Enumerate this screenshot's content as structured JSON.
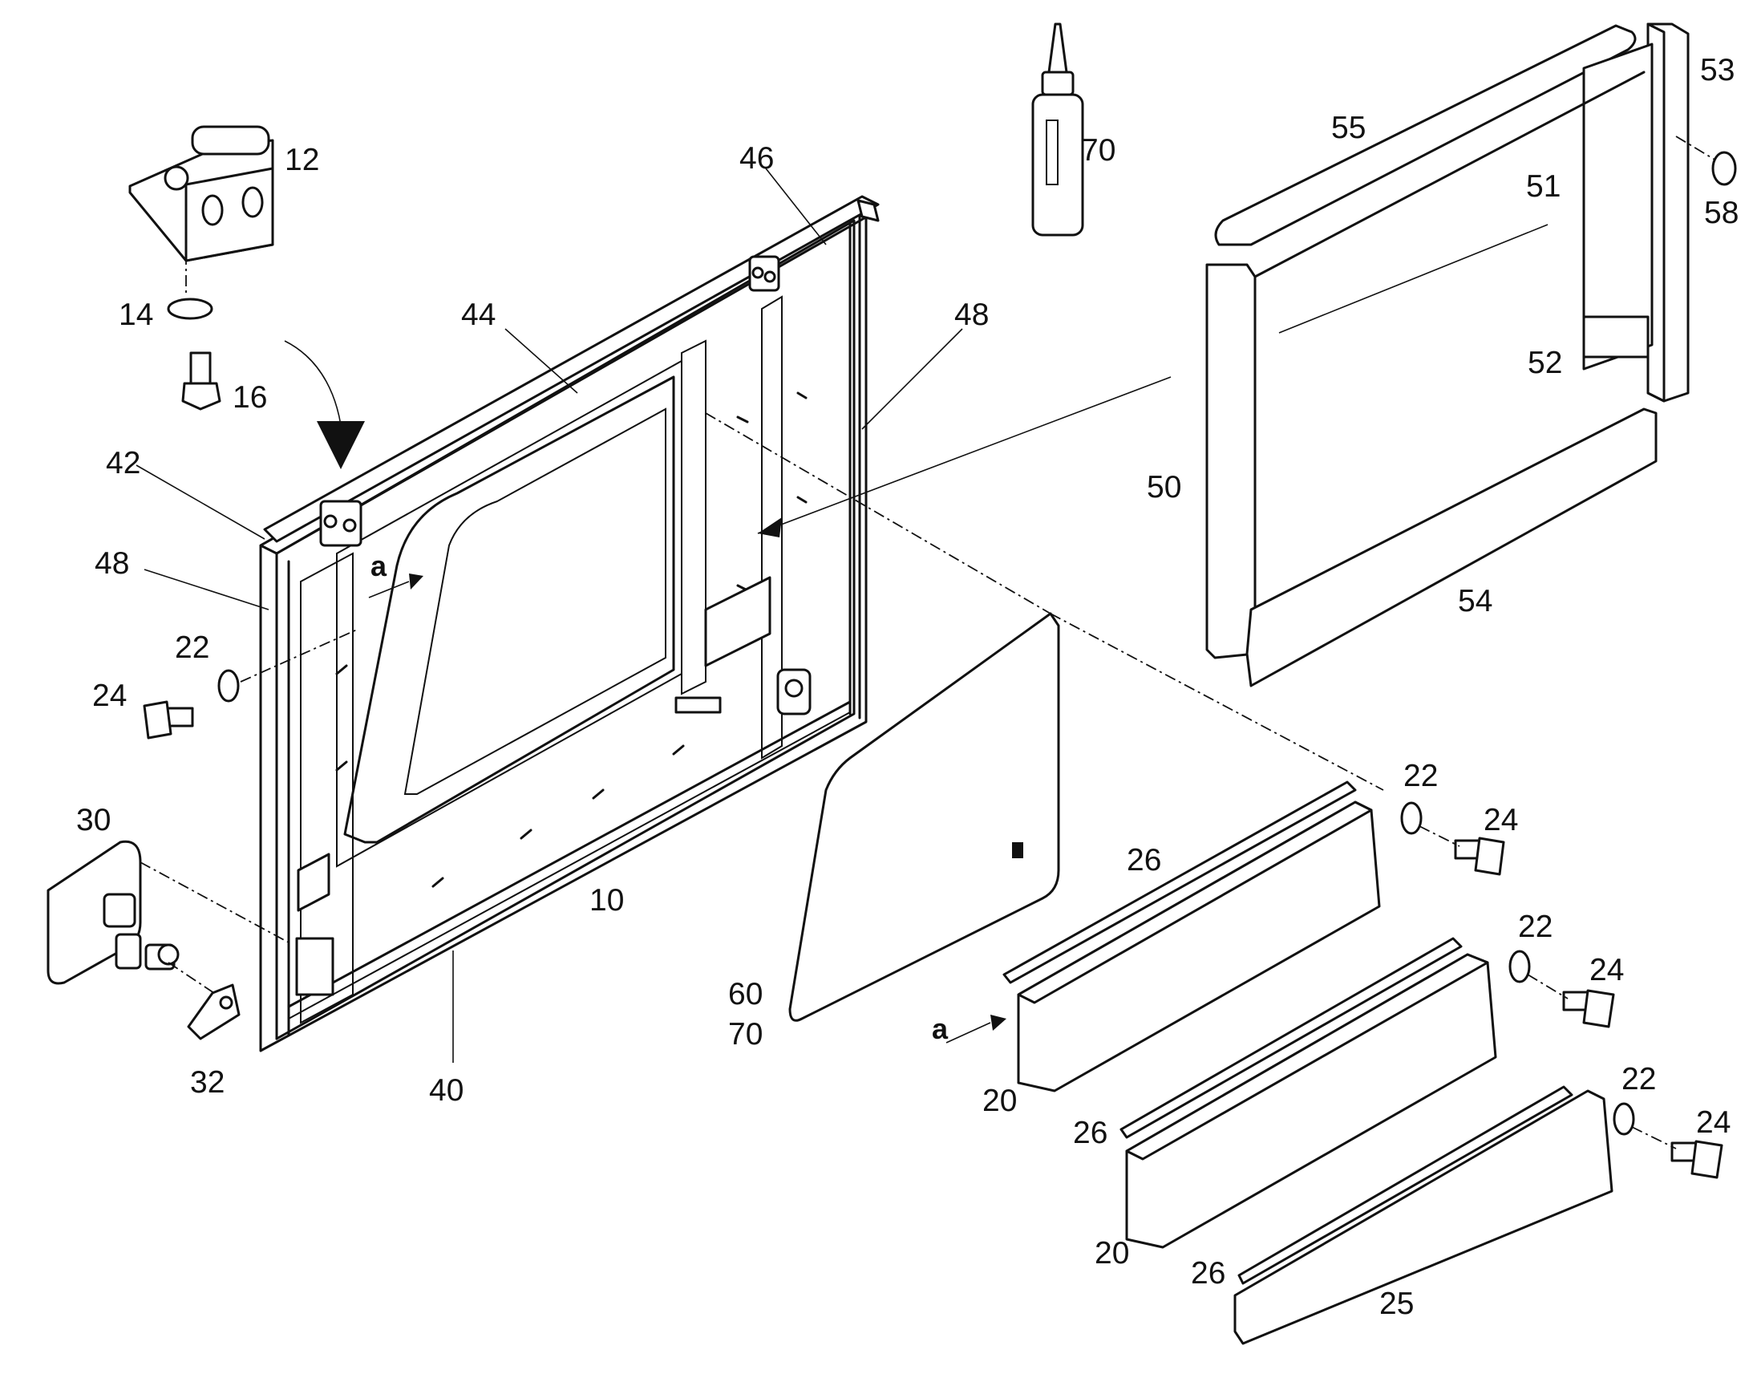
{
  "labels": {
    "p10": "10",
    "p12": "12",
    "p14": "14",
    "p16": "16",
    "p20a": "20",
    "p20b": "20",
    "p22a": "22",
    "p22b": "22",
    "p22c": "22",
    "p22d": "22",
    "p24a": "24",
    "p24b": "24",
    "p24c": "24",
    "p24d": "24",
    "p25": "25",
    "p26a": "26",
    "p26b": "26",
    "p26c": "26",
    "p30": "30",
    "p32": "32",
    "p40": "40",
    "p42": "42",
    "p44": "44",
    "p46": "46",
    "p48a": "48",
    "p48b": "48",
    "p50": "50",
    "p51": "51",
    "p52": "52",
    "p53": "53",
    "p54": "54",
    "p55": "55",
    "p58": "58",
    "p60": "60",
    "p70a": "70",
    "p70b": "70",
    "view_a1": "a",
    "view_a2": "a"
  }
}
